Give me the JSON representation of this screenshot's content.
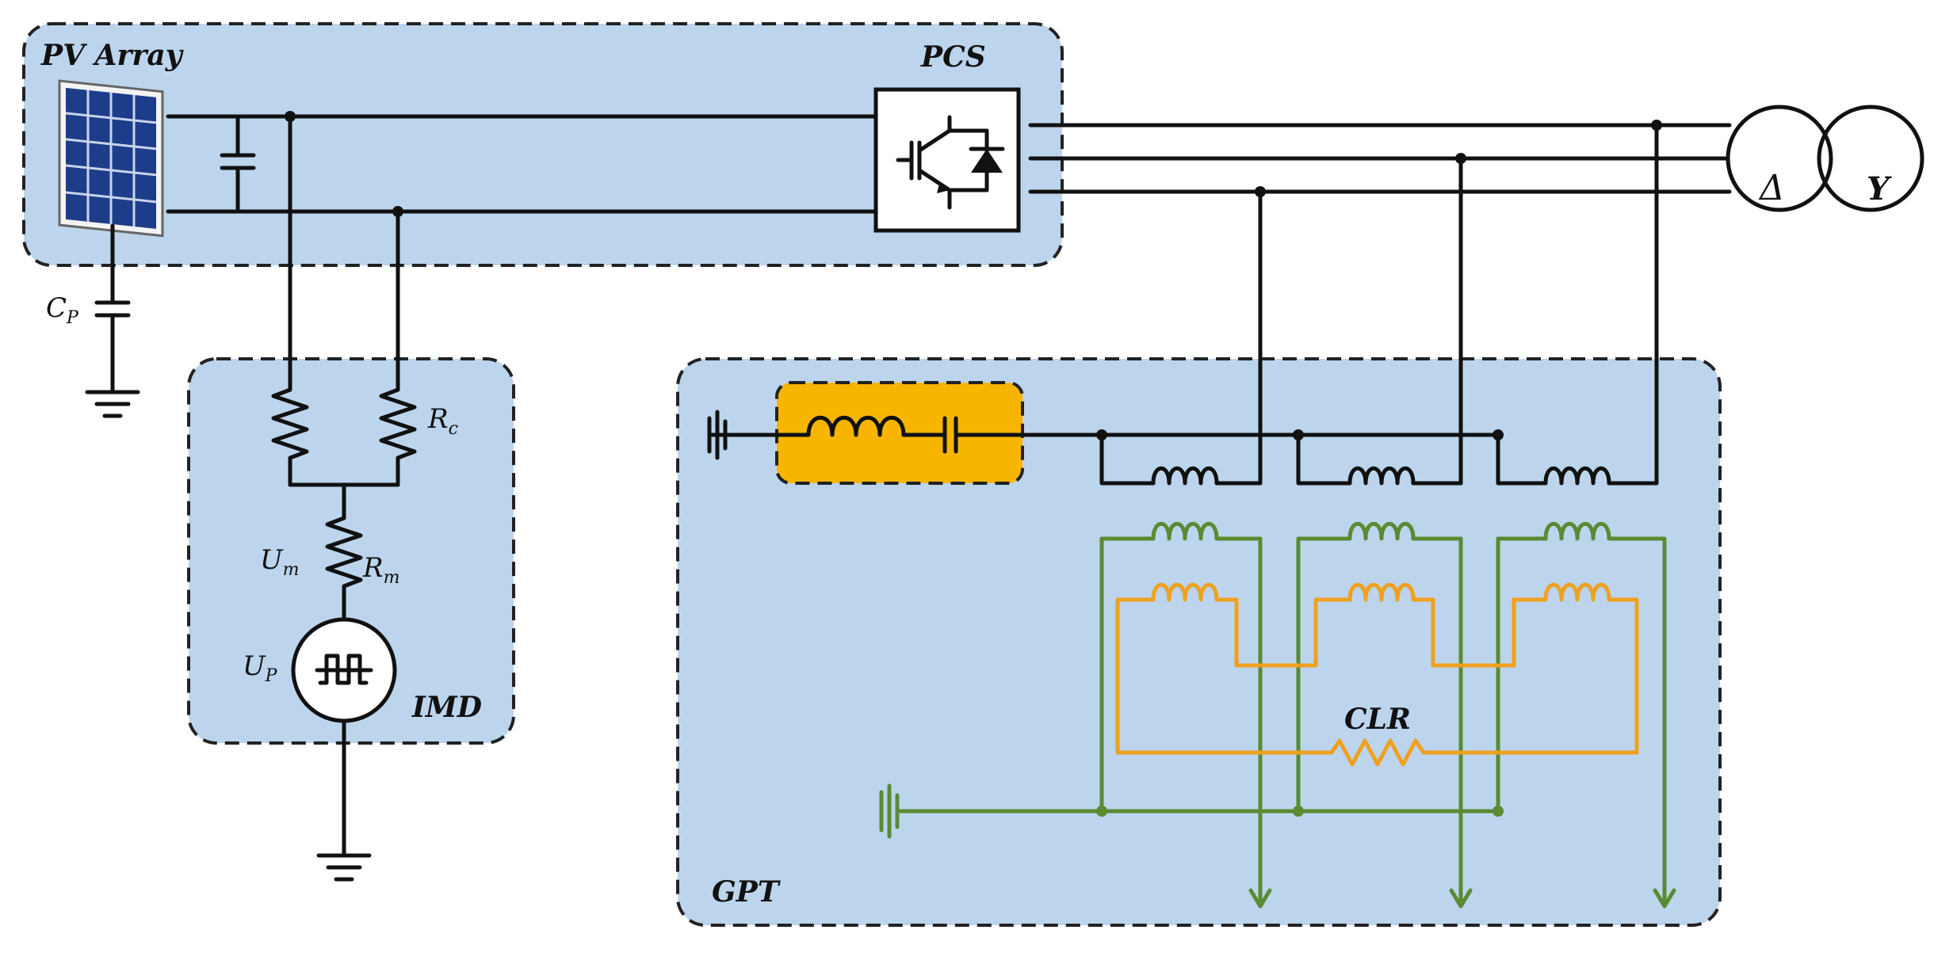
{
  "labels": {
    "pv_array": "PV Array",
    "pcs": "PCS",
    "imd": "IMD",
    "gpt": "GPT",
    "clr": "CLR",
    "delta": "Δ",
    "wye": "Y"
  },
  "symbols": {
    "cp_main": "C",
    "cp_sub": "P",
    "rc_main": "R",
    "rc_sub": "c",
    "um_main": "U",
    "um_sub": "m",
    "rm_main": "R",
    "rm_sub": "m",
    "up_main": "U",
    "up_sub": "P"
  },
  "colors": {
    "box_fill": "#bcd5ed",
    "filter_fill": "#f7b500",
    "secondary_wire": "#5a8a32",
    "clr_wire": "#f0a020",
    "wire": "#111111"
  }
}
